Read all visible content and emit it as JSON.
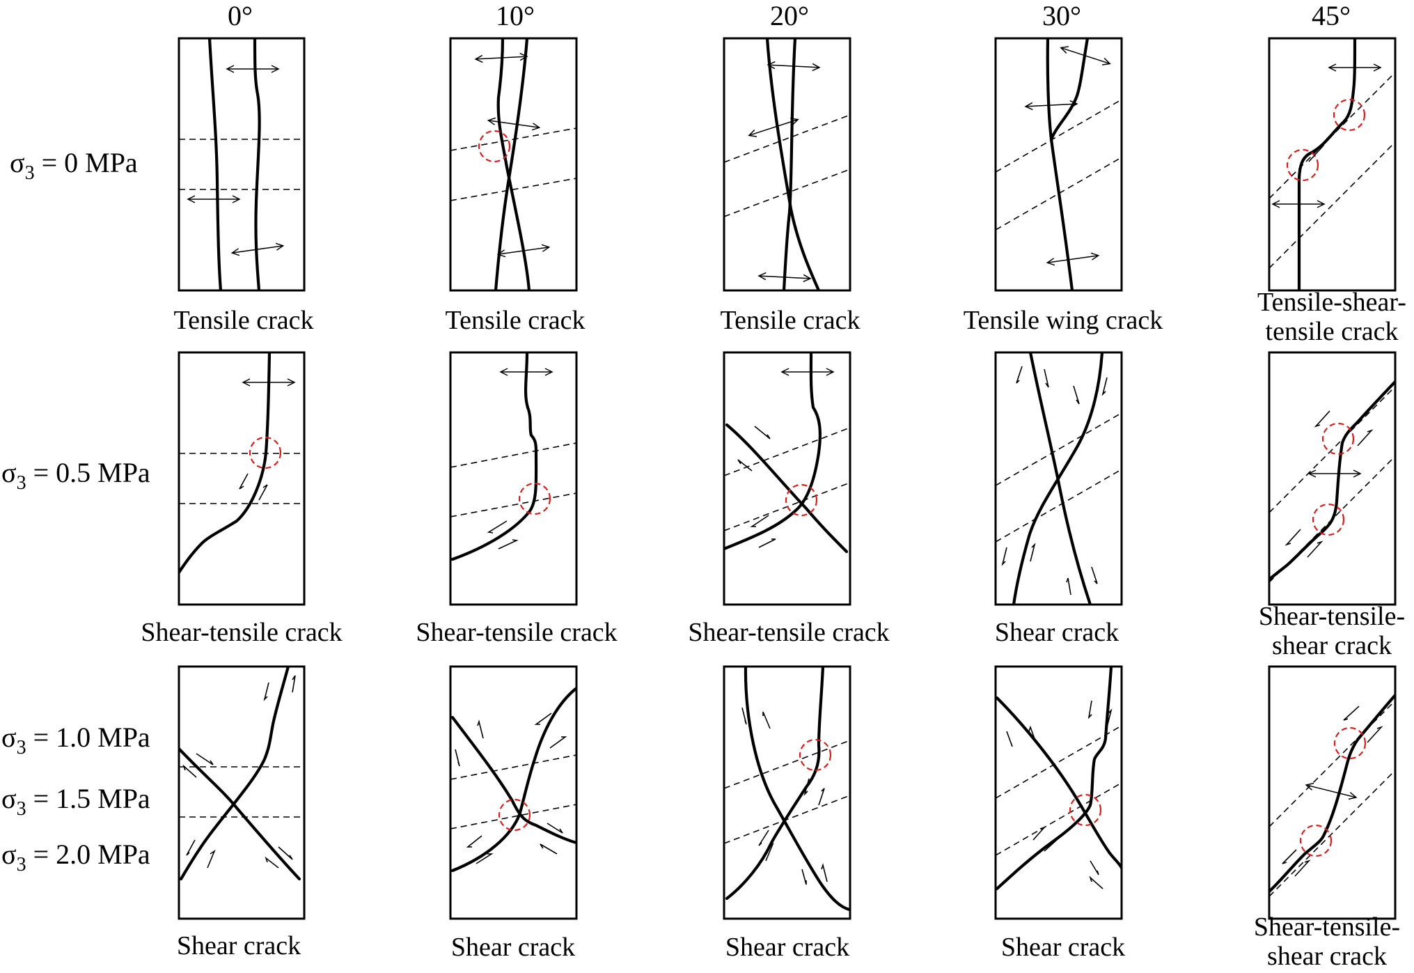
{
  "angles": [
    "0°",
    "10°",
    "20°",
    "30°",
    "45°"
  ],
  "confining_pressures": [
    {
      "base": "σ",
      "sub": "3",
      "rest": " = 0 MPa"
    },
    {
      "base": "σ",
      "sub": "3",
      "rest": " = 0.5 MPa"
    },
    {
      "base": "σ",
      "sub": "3",
      "rest": " = 1.0 MPa"
    },
    {
      "base": "σ",
      "sub": "3",
      "rest": " = 1.5 MPa"
    },
    {
      "base": "σ",
      "sub": "3",
      "rest": " = 2.0 MPa"
    }
  ],
  "rows": [
    {
      "panels": [
        {
          "caption": [
            "Tensile crack"
          ]
        },
        {
          "caption": [
            "Tensile crack"
          ]
        },
        {
          "caption": [
            "Tensile crack"
          ]
        },
        {
          "caption": [
            "Tensile wing crack"
          ]
        },
        {
          "caption": [
            "Tensile-shear-",
            "tensile crack"
          ]
        }
      ]
    },
    {
      "panels": [
        {
          "caption": [
            "Shear-tensile crack"
          ]
        },
        {
          "caption": [
            "Shear-tensile crack"
          ]
        },
        {
          "caption": [
            "Shear-tensile crack"
          ]
        },
        {
          "caption": [
            "Shear crack"
          ]
        },
        {
          "caption": [
            "Shear-tensile-",
            "shear crack"
          ]
        }
      ]
    },
    {
      "panels": [
        {
          "caption": [
            "Shear crack"
          ]
        },
        {
          "caption": [
            "Shear crack"
          ]
        },
        {
          "caption": [
            "Shear crack"
          ]
        },
        {
          "caption": [
            "Shear crack"
          ]
        },
        {
          "caption": [
            "Shear-tensile-",
            "shear crack"
          ]
        }
      ]
    }
  ],
  "colors": {
    "crack": "#000000",
    "joint": "#000000",
    "mark": "#d61e1e",
    "background": "#ffffff"
  }
}
